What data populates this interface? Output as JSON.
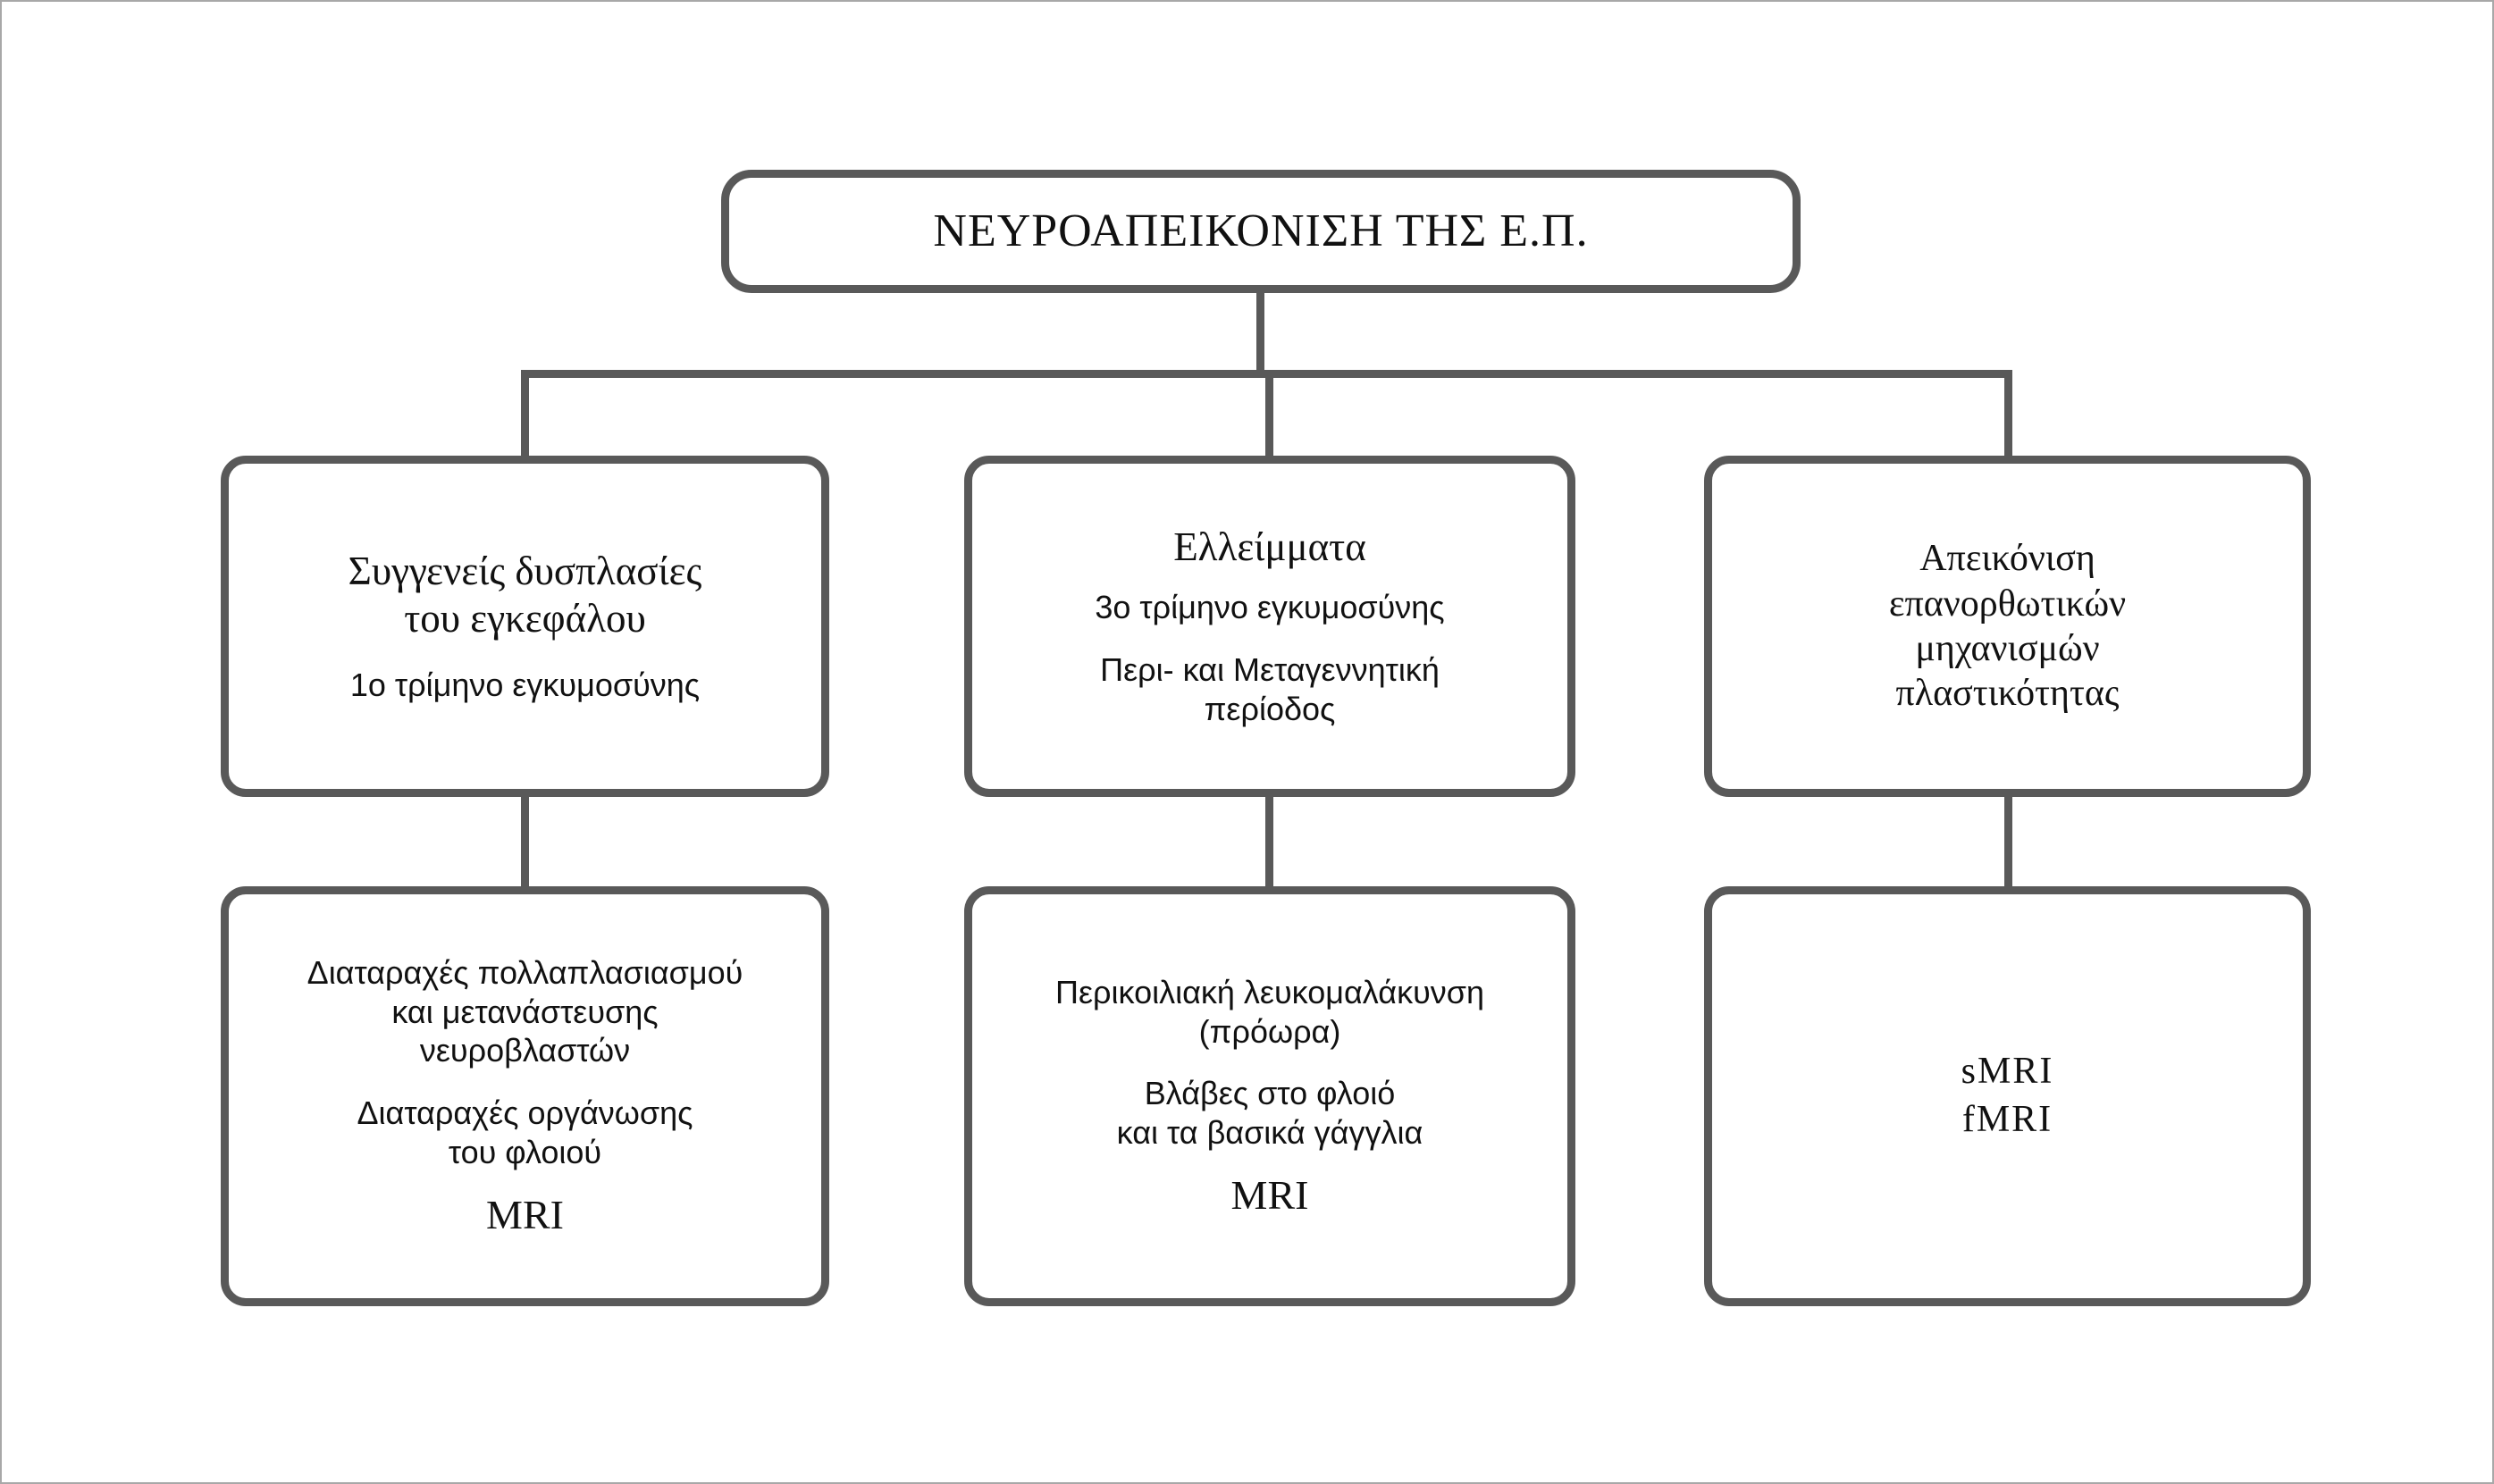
{
  "diagram": {
    "root": {
      "title": "ΝΕΥΡΟΑΠΕΙΚΟΝΙΣΗ ΤΗΣ Ε.Π."
    },
    "categories": [
      {
        "heading_line_1": "Συγγενείς δυσπλασίες",
        "heading_line_2": "του εγκεφάλου",
        "detail_line_1": "1ο τρίμηνο εγκυμοσύνης",
        "detail_line_2": "",
        "detail_line_3": ""
      },
      {
        "heading_line_1": "Ελλείμματα",
        "heading_line_2": "",
        "detail_line_1": "3ο τρίμηνο εγκυμοσύνης",
        "detail_line_2": "Περι- και Μεταγεννητική",
        "detail_line_3": "περίοδος"
      },
      {
        "heading_line_1": "Απεικόνιση",
        "heading_line_2": "επανορθωτικών",
        "heading_line_3": "μηχανισμών",
        "heading_line_4": "πλαστικότητας"
      }
    ],
    "details": [
      {
        "block_1_line_1": "Διαταραχές πολλαπλασιασμού",
        "block_1_line_2": "και μετανάστευσης",
        "block_1_line_3": "νευροβλαστών",
        "block_2_line_1": "Διαταραχές οργάνωσης",
        "block_2_line_2": "του φλοιού",
        "modality_1": "MRI",
        "modality_2": ""
      },
      {
        "block_1_line_1": "Περικοιλιακή λευκομαλάκυνση",
        "block_1_line_2": "(πρόωρα)",
        "block_1_line_3": "",
        "block_2_line_1": "Βλάβες στο φλοιό",
        "block_2_line_2": "και τα βασικά γάγγλια",
        "modality_1": "MRI",
        "modality_2": ""
      },
      {
        "block_1_line_1": "",
        "block_1_line_2": "",
        "block_1_line_3": "",
        "block_2_line_1": "",
        "block_2_line_2": "",
        "modality_1": "sMRI",
        "modality_2": "fMRI"
      }
    ]
  },
  "colors": {
    "node_border": "#595959",
    "node_fill": "#ffffff",
    "connector": "#595959",
    "frame_border": "#a8a8a8",
    "text": "#111111"
  }
}
